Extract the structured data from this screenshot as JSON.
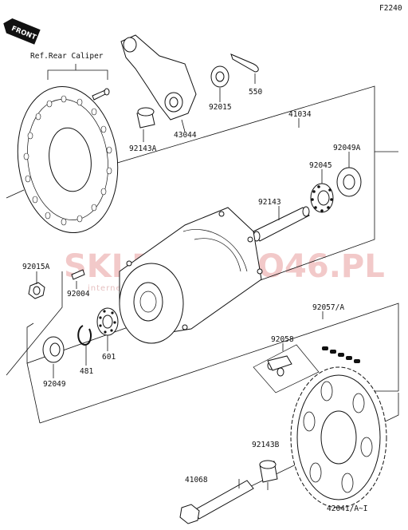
{
  "diagram": {
    "code": "F2240",
    "front_badge": "FRONT",
    "reference_note": "Ref.Rear Caliper",
    "watermark": {
      "brand": "SKLEPMOTO46.PL",
      "tagline": "internetowy sklep motocyklowy"
    },
    "part_numbers": {
      "p550": "550",
      "p92015": "92015",
      "p43044": "43044",
      "p92143A": "92143A",
      "p41034": "41034",
      "p92049A": "92049A",
      "p92045": "92045",
      "p92143": "92143",
      "p92015A": "92015A",
      "p92004": "92004",
      "p92057A": "92057/A",
      "p92058": "92058",
      "p601": "601",
      "p481": "481",
      "p92049": "92049",
      "p92143B": "92143B",
      "p41068": "41068",
      "p42041": "42041/A~I"
    }
  }
}
